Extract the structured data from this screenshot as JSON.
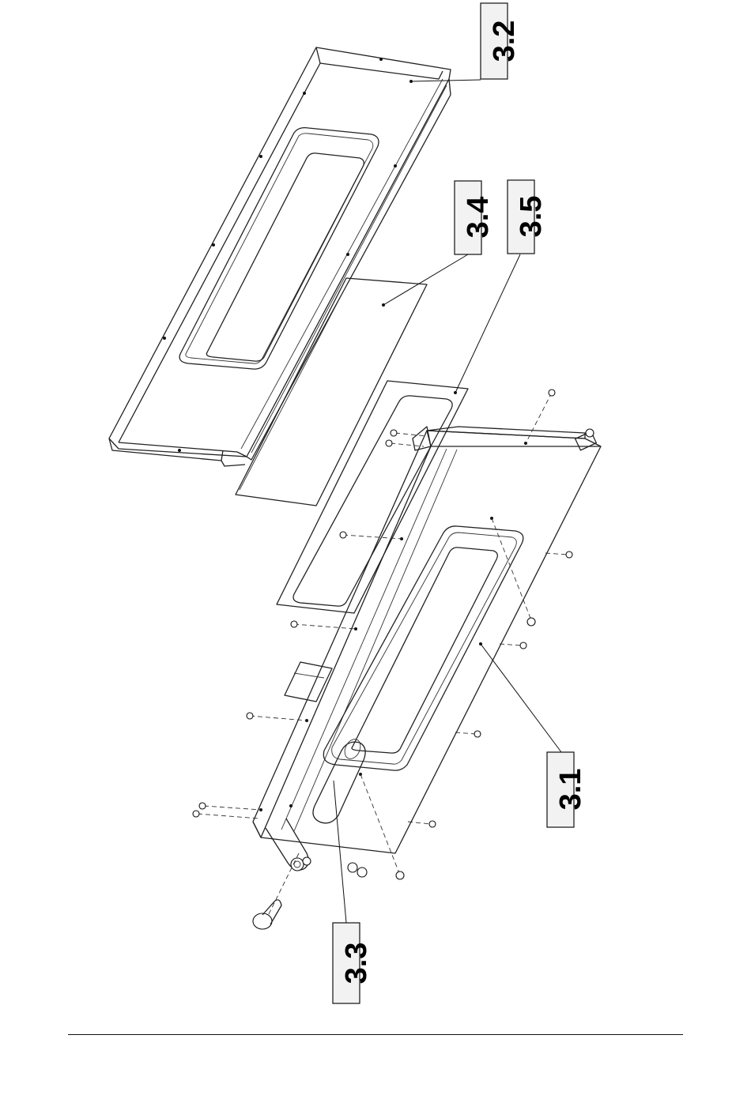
{
  "callouts": {
    "label_3_1": "3.1",
    "label_3_2": "3.2",
    "label_3_3": "3.3",
    "label_3_4": "3.4",
    "label_3_5": "3.5"
  }
}
